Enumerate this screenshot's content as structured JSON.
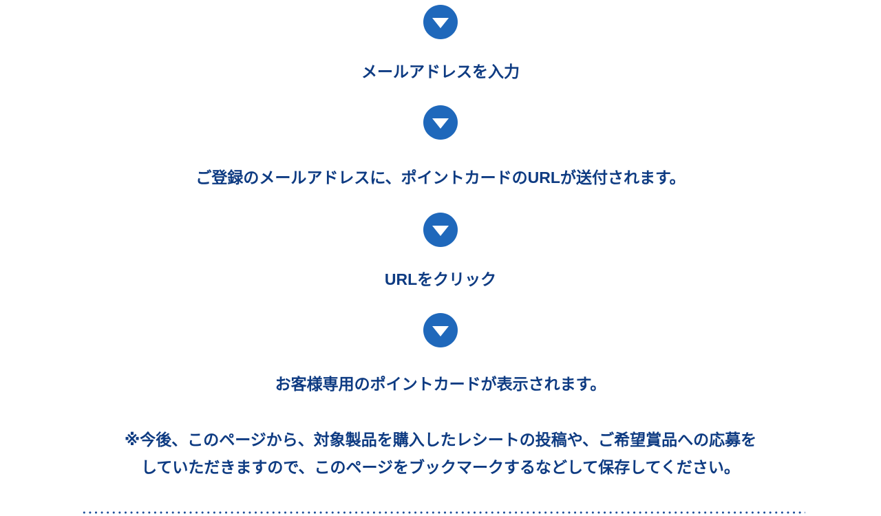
{
  "steps": [
    "メールアドレスを入力",
    "ご登録のメールアドレスに、ポイントカードのURLが送付されます。",
    "URLをクリック",
    "お客様専用のポイントカードが表示されます。"
  ],
  "note": {
    "line1": "※今後、このページから、対象製品を購入したレシートの投稿や、ご希望賞品への応募を",
    "line2": "していただきますので、このページをブックマークするなどして保存してください。"
  },
  "colors": {
    "accent": "#1f68bb",
    "text": "#0e3b82"
  }
}
